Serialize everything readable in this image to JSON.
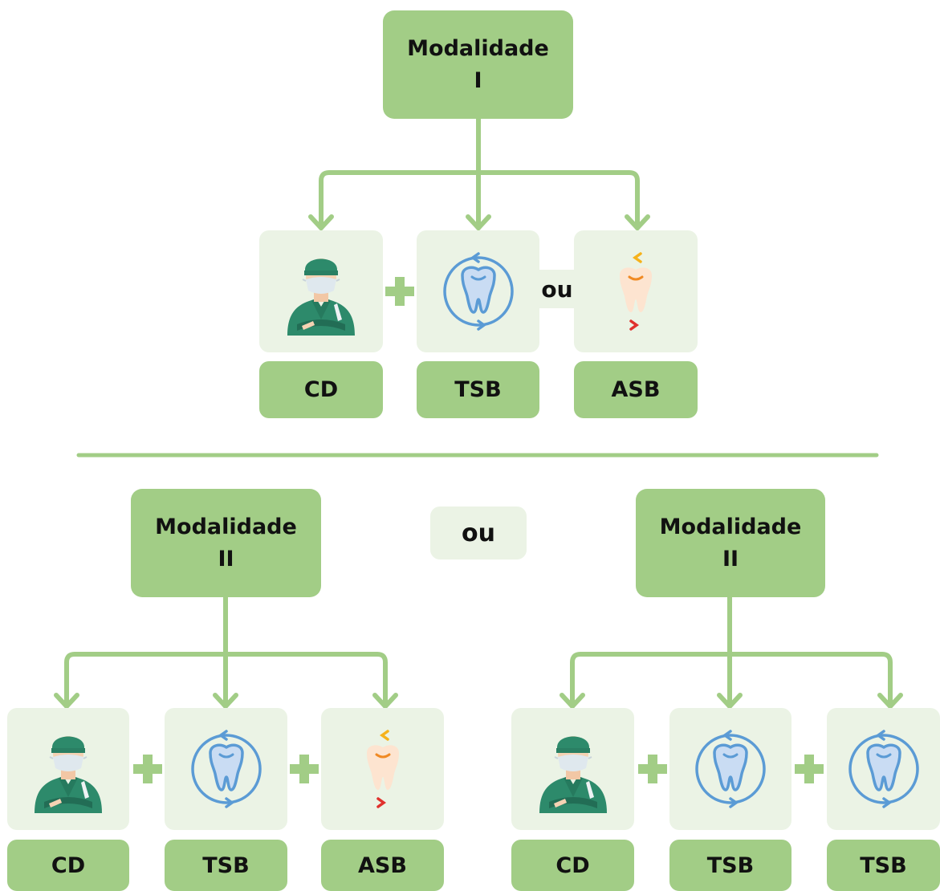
{
  "top": {
    "modalidade": {
      "line1": "Modalidade",
      "line2": "I"
    },
    "labels": [
      "CD",
      "TSB",
      "ASB"
    ],
    "ou": "ou"
  },
  "middle_ou": "ou",
  "bottom_left": {
    "modalidade": {
      "line1": "Modalidade",
      "line2": "II"
    },
    "labels": [
      "CD",
      "TSB",
      "ASB"
    ]
  },
  "bottom_right": {
    "modalidade": {
      "line1": "Modalidade",
      "line2": "II"
    },
    "labels": [
      "CD",
      "TSB",
      "TSB"
    ]
  },
  "colors": {
    "green": "#a2cd86",
    "tile_bg": "#ebf3e5",
    "line": "#a2cd86",
    "tsb_icon": "#5b9bd5",
    "asb_icon": "#f08a24"
  },
  "icons": {
    "cd": "dentist-icon",
    "tsb": "tooth-blue-icon",
    "asb": "tooth-orange-icon"
  }
}
